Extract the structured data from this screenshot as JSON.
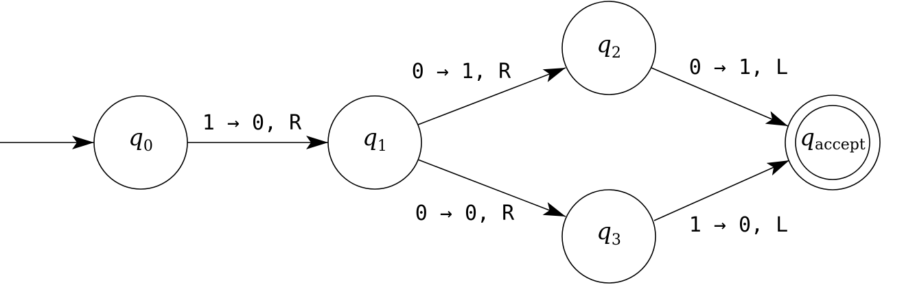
{
  "colors": {
    "stroke": "#000000",
    "fill": "#ffffff",
    "background": "#ffffff"
  },
  "states": {
    "q0": {
      "var": "q",
      "sub": "0"
    },
    "q1": {
      "var": "q",
      "sub": "1"
    },
    "q2": {
      "var": "q",
      "sub": "2"
    },
    "q3": {
      "var": "q",
      "sub": "3"
    },
    "qaccept": {
      "var": "q",
      "sub": "accept"
    }
  },
  "transitions": {
    "q0_q1": "1 → 0, R",
    "q1_q2": "0 → 1, R",
    "q1_q3": "0 → 0, R",
    "q2_qaccept": "0 → 1, L",
    "q3_qaccept": "1 → 0, L"
  }
}
